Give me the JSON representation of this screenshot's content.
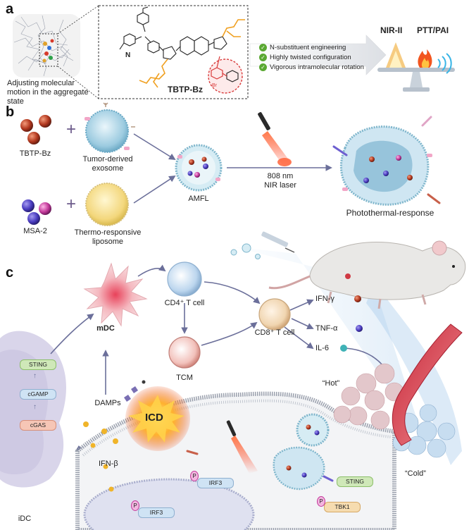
{
  "panel_a": {
    "letter": "a",
    "caption_line1": "Adjusting molecular",
    "caption_line2": "motion in the aggregate state",
    "molecule_label": "TBTP-Bz",
    "features": [
      "N-substituent engineering",
      "Highly twisted configuration",
      "Vigorous intramolecular rotation"
    ],
    "balance_left": "NIR-II",
    "balance_right": "PTT/PAI",
    "br_atom": "Br"
  },
  "panel_b": {
    "letter": "b",
    "component1": "TBTP-Bz",
    "component2": "MSA-2",
    "exosome_line1": "Tumor-derived",
    "exosome_line2": "exosome",
    "liposome_line1": "Thermo-responsive",
    "liposome_line2": "liposome",
    "product": "AMFL",
    "laser_line1": "808 nm",
    "laser_line2": "NIR laser",
    "response": "Photothermal-response",
    "plus": "+"
  },
  "panel_c": {
    "letter": "c",
    "mdc": "mDC",
    "cd4": "CD4⁺ T cell",
    "cd8": "CD8⁺ T cell",
    "tcm": "TCM",
    "cytokines": [
      "IFN-γ",
      "TNF-α",
      "IL-6"
    ],
    "hot": "“Hot”",
    "cold": "“Cold”",
    "damps": "DAMPs",
    "icd": "ICD",
    "idc": "iDC",
    "ifnb": "IFN-β",
    "sting_top": "STING",
    "cgamp": "cGAMP",
    "cgas": "cGAS",
    "irf3_a": "IRF3",
    "irf3_b": "IRF3",
    "sting_bottom": "STING",
    "tbk1": "TBK1",
    "phospho": "P"
  },
  "colors": {
    "arrow": "#6b6f9a",
    "green_pill": "#cfe8b8",
    "pink_pill": "#f6c6b6",
    "blue_pill": "#cfe3f4",
    "orange_pill": "#f6dcb0",
    "check": "#5aa832",
    "red_dashed": "#d93a3a"
  },
  "icons": [
    "check-icon",
    "sun-icon",
    "flame-icon",
    "wave-icon",
    "laser-icon",
    "syringe-icon",
    "mouse-icon"
  ]
}
